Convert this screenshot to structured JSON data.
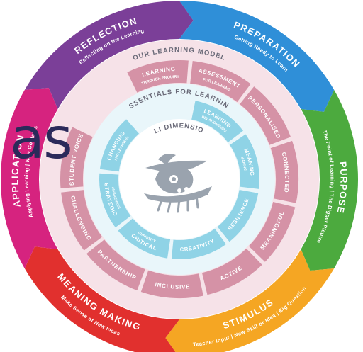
{
  "outer_segments": [
    {
      "title": "REFLECTION",
      "subtitle": "Reflecting on the Learning",
      "color": "#7b3f98"
    },
    {
      "title": "PREPARATION",
      "subtitle": "Getting Ready to Learn",
      "color": "#2f8fd8"
    },
    {
      "title": "PURPOSE",
      "subtitle": "The Point of Learning | The Bigger Picture",
      "color": "#4caa3e"
    },
    {
      "title": "STIMULUS",
      "subtitle": "Teacher Input | New Skill or Idea | Big Question",
      "color": "#f5a623"
    },
    {
      "title": "MEANING MAKING",
      "subtitle": "Make Sense of New Ideas",
      "color": "#e1302e"
    },
    {
      "title": "APPLICATION",
      "subtitle": "Applying Learning | New Contexts",
      "color": "#d6237f"
    }
  ],
  "learning_model_title": "OUR LEARNING MODEL",
  "essentials": {
    "title": "ESSENTIALS FOR LEARNING",
    "items": [
      {
        "label": "LEARNING",
        "sub": "THROUGH ENQUIRY"
      },
      {
        "label": "ASSESSMENT",
        "sub": "FOR LEARNING"
      },
      {
        "label": "PERSONALISED",
        "sub": ""
      },
      {
        "label": "CONNECTED",
        "sub": ""
      },
      {
        "label": "MEANINGFUL",
        "sub": ""
      },
      {
        "label": "ACTIVE",
        "sub": ""
      },
      {
        "label": "INCLUSIVE",
        "sub": ""
      },
      {
        "label": "PARTNERSHIP",
        "sub": ""
      },
      {
        "label": "CHALLENGING",
        "sub": ""
      },
      {
        "label": "STUDENT VOICE",
        "sub": ""
      }
    ]
  },
  "elli": {
    "title": "ELLI DIMENSIONS",
    "items": [
      {
        "label": "LEARNING",
        "sub": "RELATIONSHIPS"
      },
      {
        "label": "MEANING",
        "sub": "MAKING"
      },
      {
        "label": "RESILIENCE",
        "sub": ""
      },
      {
        "label": "CREATIVITY",
        "sub": ""
      },
      {
        "label": "CRITICAL",
        "sub": "CURIOSITY"
      },
      {
        "label": "STRATEGIC",
        "sub": "AWARENESS"
      },
      {
        "label": "CHANGING",
        "sub": "AND LEARNING"
      }
    ]
  },
  "overlay_text": "as",
  "colors": {
    "pink_segment": "#d592a6",
    "pink_ring": "#f6e2e8",
    "blue_segment": "#8fd3e6",
    "blue_ring": "#e9f6fa",
    "center": "#ffffff",
    "ship": "#9aa3ae"
  },
  "icons": {
    "center": "ship-icon"
  }
}
